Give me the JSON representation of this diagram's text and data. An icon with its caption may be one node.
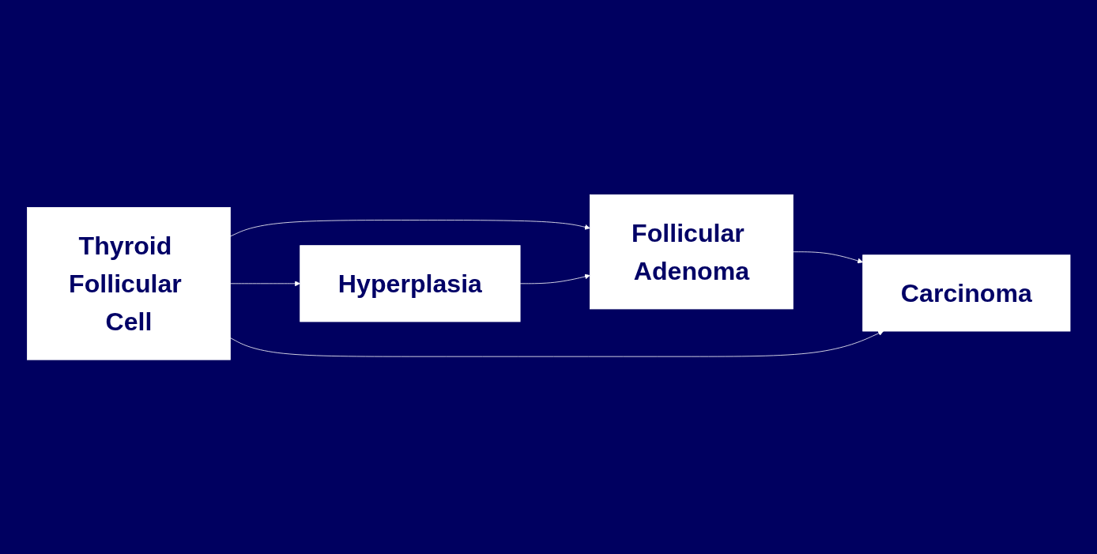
{
  "diagram": {
    "nodes": [
      {
        "text": [
          "Thyroid Follicular Cell"
        ]
      },
      {
        "text": [
          "Hyperplasia"
        ]
      },
      {
        "text": [
          "Follicular Adenoma"
        ]
      },
      {
        "text": [
          "Carcinoma"
        ]
      }
    ],
    "edges": [
      {
        "from": 0,
        "to": 2,
        "arrow": "to"
      },
      {
        "from": 0,
        "to": 1,
        "arrow": "to"
      },
      {
        "from": 1,
        "to": 2,
        "arrow": "to"
      },
      {
        "from": 2,
        "to": 3,
        "arrow": "to"
      },
      {
        "from": 0,
        "to": 3,
        "arrow": "to"
      }
    ]
  }
}
